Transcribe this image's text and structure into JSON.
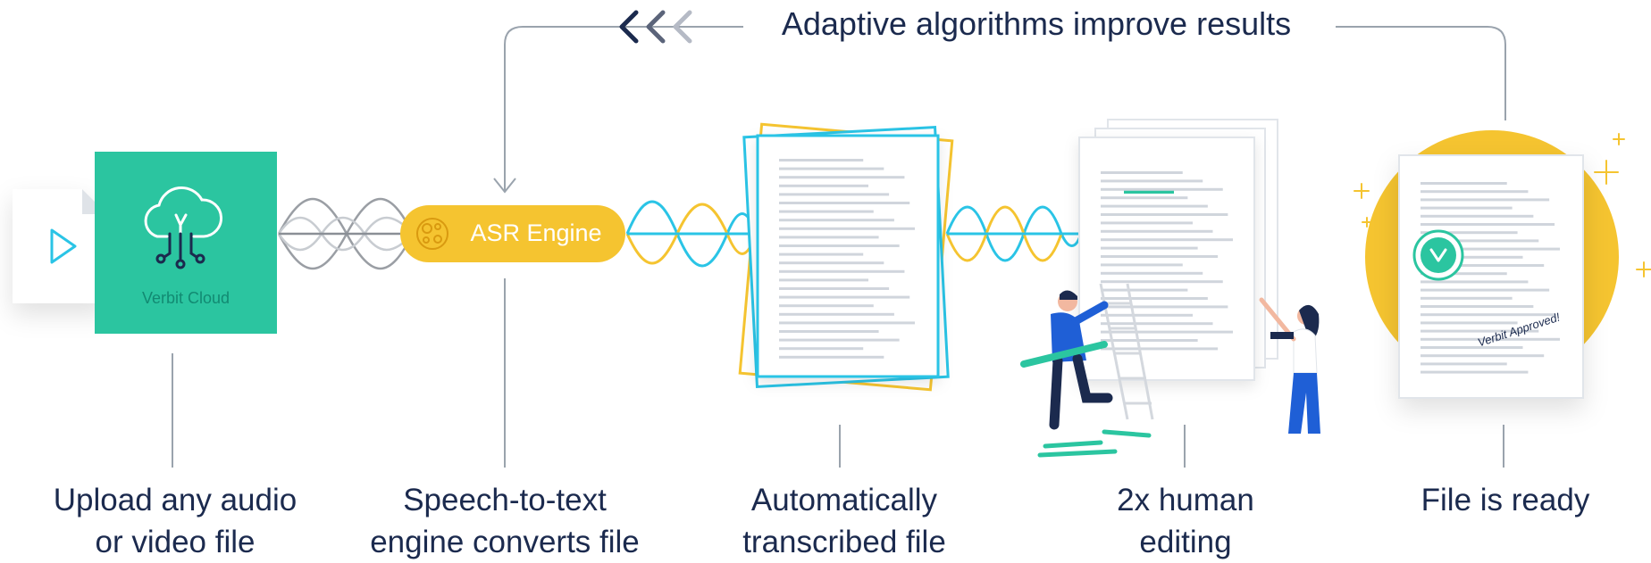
{
  "feedback": {
    "text": "Adaptive algorithms improve results"
  },
  "cloud": {
    "label": "Verbit Cloud"
  },
  "asr": {
    "label": "ASR Engine"
  },
  "approved_stamp": {
    "text": "Verbit Approved!"
  },
  "steps": [
    {
      "line1": "Upload any audio",
      "line2": "or video file"
    },
    {
      "line1": "Speech-to-text",
      "line2": "engine converts file"
    },
    {
      "line1": "Automatically",
      "line2": "transcribed file"
    },
    {
      "line1": "2x human",
      "line2": "editing"
    },
    {
      "line1": "File is ready"
    }
  ],
  "colors": {
    "navy": "#1b2a4e",
    "teal": "#2bc5a0",
    "cyan": "#2ac4e6",
    "yellow": "#f5c430",
    "gray": "#8a8f96",
    "line": "#9aa3ad",
    "blue": "#1f5fd6"
  },
  "icons": [
    "play-icon",
    "cloud-icon",
    "asr-chip-icon",
    "chevron-left-icon",
    "checkmark-badge-icon",
    "sparkle-icon"
  ]
}
